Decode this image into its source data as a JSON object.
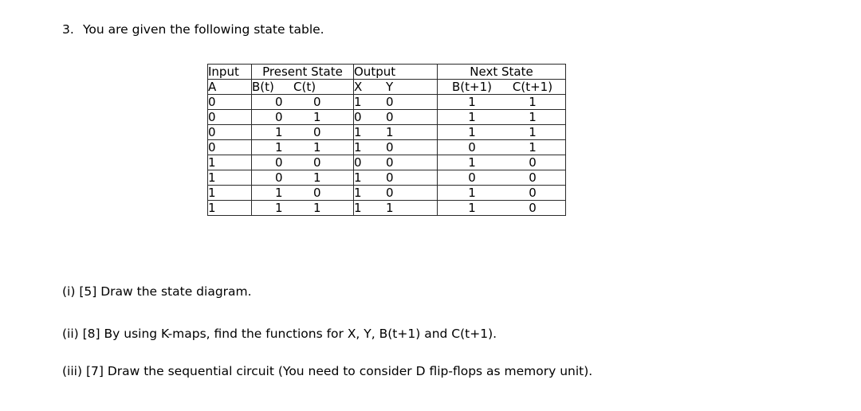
{
  "question": {
    "number": "3.",
    "text": "You are given the following state table."
  },
  "table": {
    "group_headers": {
      "input": "Input",
      "present_state": "Present State",
      "output": "Output",
      "next_state": "Next State"
    },
    "sub_headers": {
      "input": "A",
      "present_b": "B(t)",
      "present_c": "C(t)",
      "out_x": "X",
      "out_y": "Y",
      "next_b": "B(t+1)",
      "next_c": "C(t+1)"
    },
    "rows": [
      {
        "a": "0",
        "b": "0",
        "c": "0",
        "x": "1",
        "y": "0",
        "nb": "1",
        "nc": "1"
      },
      {
        "a": "0",
        "b": "0",
        "c": "1",
        "x": "0",
        "y": "0",
        "nb": "1",
        "nc": "1"
      },
      {
        "a": "0",
        "b": "1",
        "c": "0",
        "x": "1",
        "y": "1",
        "nb": "1",
        "nc": "1"
      },
      {
        "a": "0",
        "b": "1",
        "c": "1",
        "x": "1",
        "y": "0",
        "nb": "0",
        "nc": "1"
      },
      {
        "a": "1",
        "b": "0",
        "c": "0",
        "x": "0",
        "y": "0",
        "nb": "1",
        "nc": "0"
      },
      {
        "a": "1",
        "b": "0",
        "c": "1",
        "x": "1",
        "y": "0",
        "nb": "0",
        "nc": "0"
      },
      {
        "a": "1",
        "b": "1",
        "c": "0",
        "x": "1",
        "y": "0",
        "nb": "1",
        "nc": "0"
      },
      {
        "a": "1",
        "b": "1",
        "c": "1",
        "x": "1",
        "y": "1",
        "nb": "1",
        "nc": "0"
      }
    ]
  },
  "subquestions": [
    {
      "label": "(i) [5] Draw the state diagram."
    },
    {
      "label": "(ii) [8] By using K-maps, find the functions for X, Y, B(t+1) and C(t+1)."
    },
    {
      "label": "(iii) [7] Draw the sequential circuit (You need to consider D flip-flops as memory unit)."
    }
  ]
}
